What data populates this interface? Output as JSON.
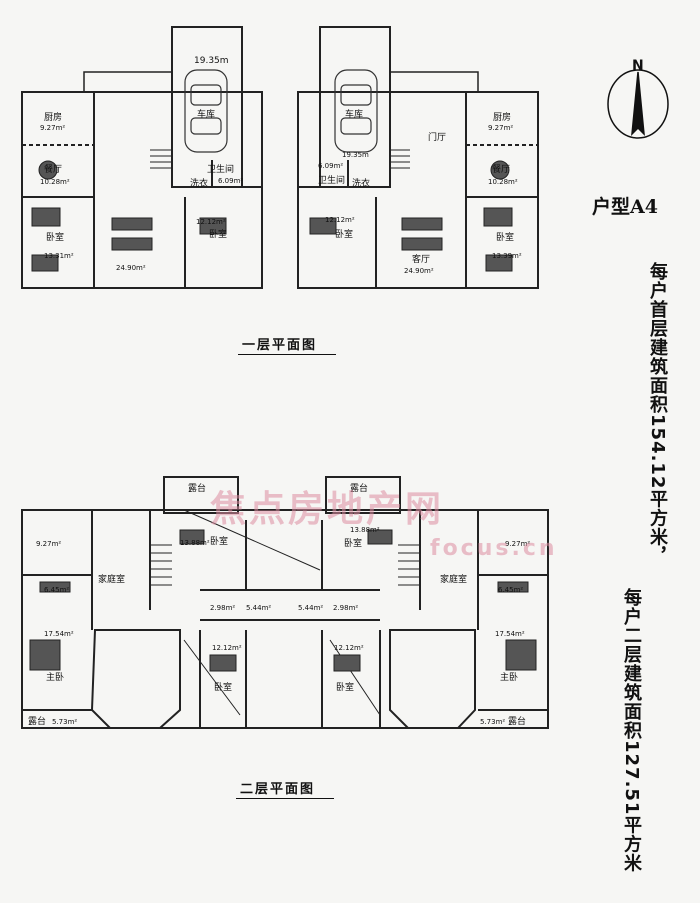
{
  "type_title": "户型A4",
  "floor1_caption": "一层平面图",
  "floor2_caption": "二层平面图",
  "compass_letter": "N",
  "area_text_1": "每户首层建筑面积154.12平方米，",
  "area_text_2": "每户二层建筑面积127.51平方米",
  "watermark": {
    "line1": "焦点房地产网",
    "line2": "focus.cn"
  },
  "floor1": {
    "garage": "车库",
    "garage_area_left": "19.35m",
    "garage_area_right": "19.35m",
    "kitchen": "厨房",
    "kitchen_area": "9.27m²",
    "dining": "餐厅",
    "dining_area": "10.28m²",
    "bath": "卫生间",
    "bath_area": "6.09m²",
    "laundry": "洗衣",
    "bedroom": "卧室",
    "bedroom_area_a": "13.31m²",
    "bedroom_area_b": "12.12m²",
    "bedroom_area_c": "13.39m²",
    "living": "客厅",
    "living_area": "24.90m²",
    "foyer": "门厅"
  },
  "floor2": {
    "terrace": "露台",
    "terrace_area": "5.73m²",
    "bath_area": "9.27m²",
    "closet_area": "6.45m²",
    "family_room": "家庭室",
    "master": "主卧",
    "master_area": "17.54m²",
    "bedroom": "卧室",
    "bedroom_area_top": "13.88m²",
    "bedroom_area_small": "12.12m²",
    "small_area_a": "2.98m²",
    "small_area_b": "5.44m²"
  }
}
